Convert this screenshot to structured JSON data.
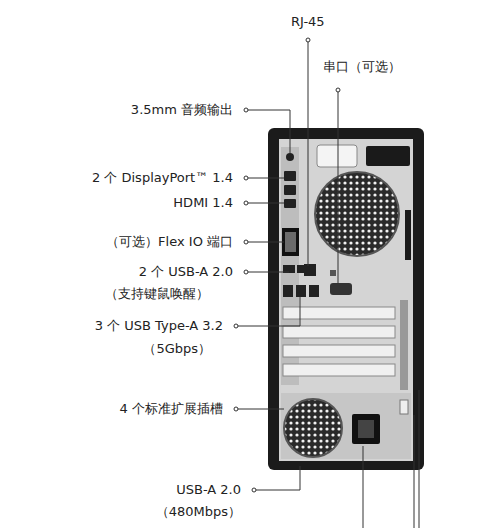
{
  "diagram": {
    "labels": [
      "RJ-45",
      "串口（可选）",
      "3.5mm 音频输出",
      "2 个 DisplayPort™ 1.4",
      "HDMI 1.4",
      "（可选）Flex IO 端口",
      "2 个 USB-A 2.0",
      "（支持键鼠唤醒）",
      "3 个 USB Type-A 3.2",
      "（5Gbps）",
      "4 个标准扩展插槽",
      "USB-A 2.0",
      "（480Mbps）"
    ]
  }
}
